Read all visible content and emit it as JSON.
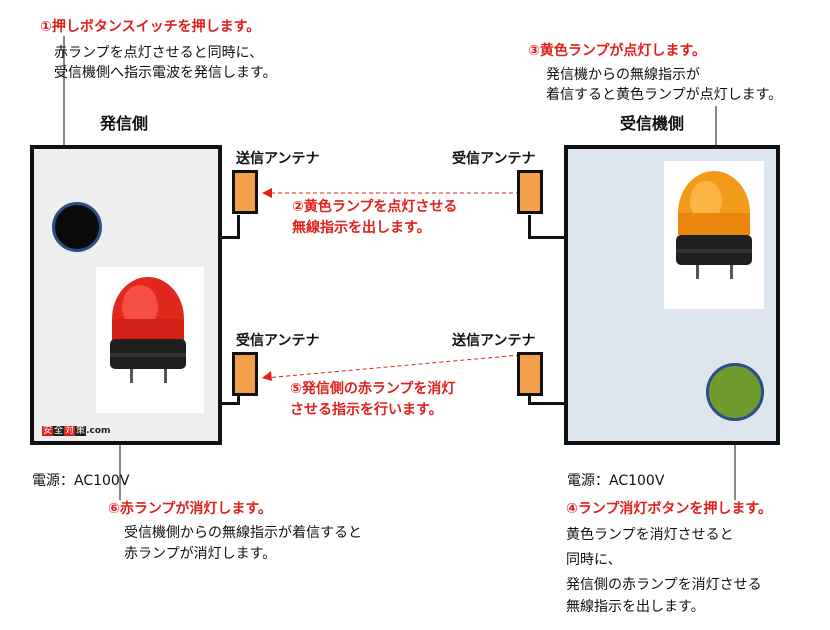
{
  "step1": {
    "title": "①押しボタンスイッチを押します。",
    "line1": "赤ランプを点灯させると同時に、",
    "line2": "受信機側へ指示電波を発信します。"
  },
  "step2": {
    "line1": "②黄色ランプを点灯させる",
    "line2": "無線指示を出します。"
  },
  "step3": {
    "title": "③黄色ランプが点灯します。",
    "line1": "発信機からの無線指示が",
    "line2": "着信すると黄色ランプが点灯します。"
  },
  "step4": {
    "title": "④ランプ消灯ボタンを押します。",
    "line1": "黄色ランプを消灯させると",
    "line2": "同時に、",
    "line3": "発信側の赤ランプを消灯させる",
    "line4": "無線指示を出します。"
  },
  "step5": {
    "line1": "⑤発信側の赤ランプを消灯",
    "line2": "させる指示を行います。"
  },
  "step6": {
    "title": "⑥赤ランプが消灯します。",
    "line1": "受信機側からの無線指示が着信すると",
    "line2": "赤ランプが消灯します。"
  },
  "sender": {
    "title": "発信側",
    "power": "電源：AC100V",
    "watermark_prefix": [
      "安",
      "全",
      "対",
      "策"
    ],
    "watermark_suffix": ".com"
  },
  "receiver": {
    "title": "受信機側",
    "power": "電源：AC100V"
  },
  "antennas": {
    "sender_top": "送信アンテナ",
    "receiver_top": "受信アンテナ",
    "sender_bottom": "受信アンテナ",
    "receiver_bottom": "送信アンテナ"
  },
  "colors": {
    "accent_red": "#e0201b",
    "antenna": "#f2a04a",
    "receiver_bg": "#dde6ef",
    "sender_bg": "#eeeeee",
    "green_button": "#6e9a2e"
  }
}
